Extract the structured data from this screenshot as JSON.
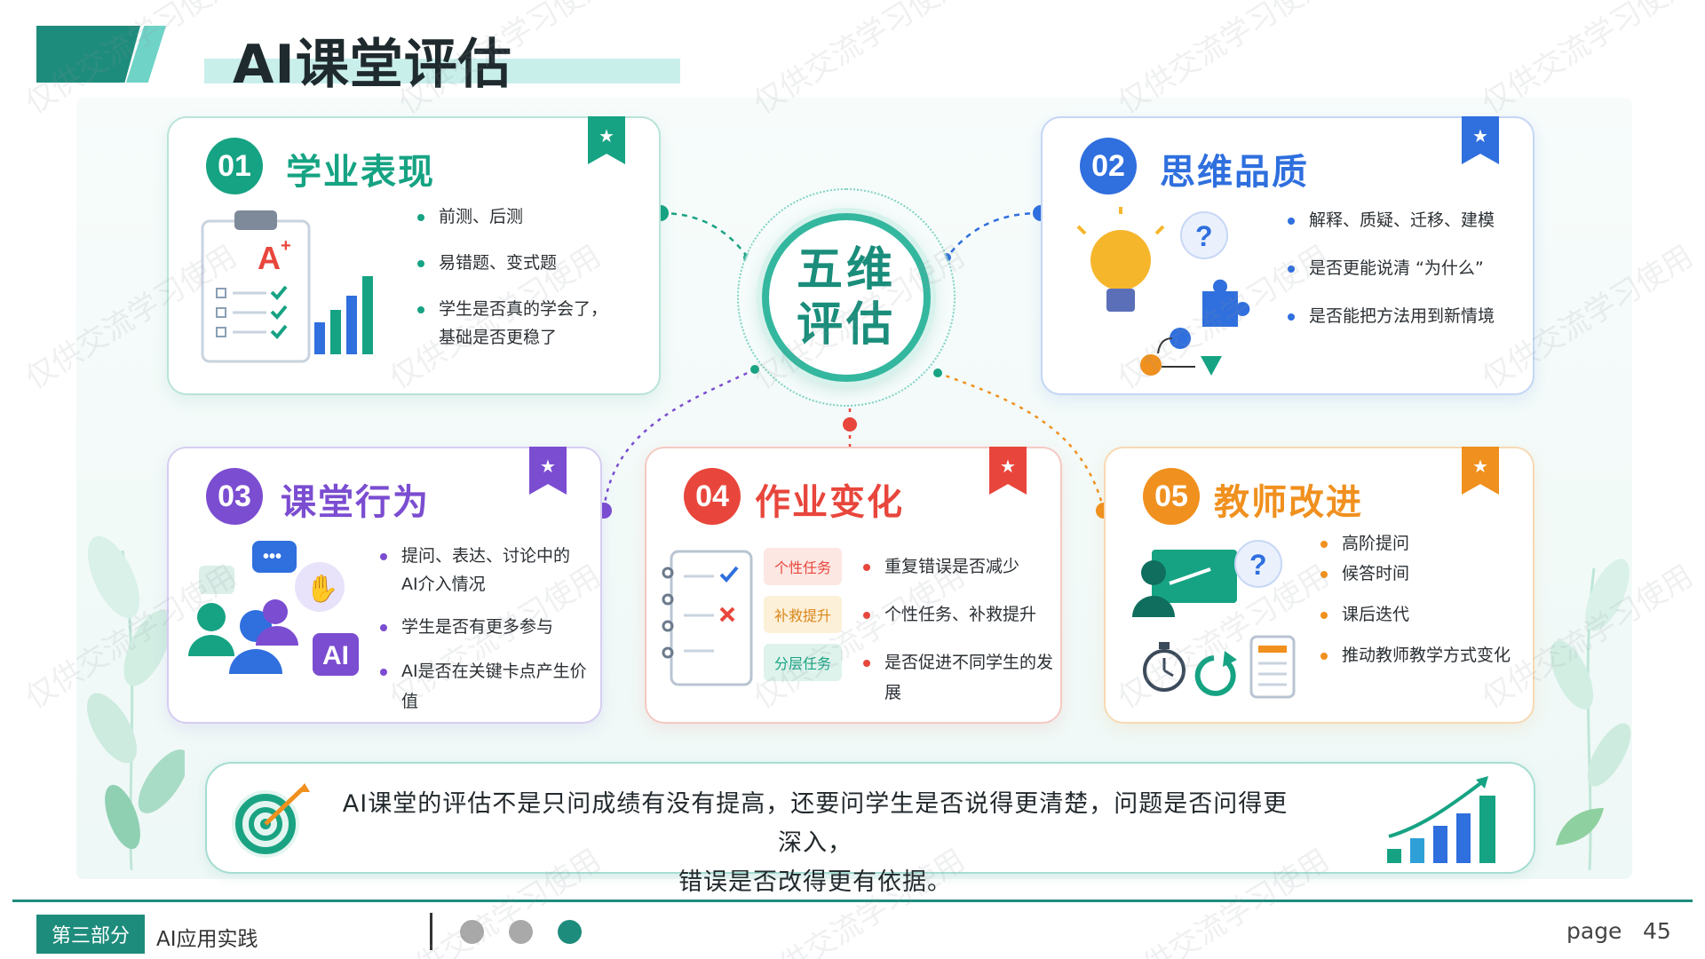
{
  "header": {
    "title": "AI课堂评估"
  },
  "center": {
    "line1": "五维",
    "line2": "评估"
  },
  "cards": [
    {
      "num": "01",
      "title": "学业表现",
      "color": "#16a383",
      "items": [
        "前测、后测",
        "易错题、变式题",
        "学生是否真的学会了，",
        "基础是否更稳了"
      ]
    },
    {
      "num": "02",
      "title": "思维品质",
      "color": "#2f6fde",
      "items": [
        "解释、质疑、迁移、建模",
        "是否更能说清 “为什么”",
        "是否能把方法用到新情境"
      ]
    },
    {
      "num": "03",
      "title": "课堂行为",
      "color": "#7b4dd1",
      "items": [
        "提问、表达、讨论中的",
        "AI介入情况",
        "学生是否有更多参与",
        "AI是否在关键卡点产生价值"
      ],
      "ai_badge": "AI"
    },
    {
      "num": "04",
      "title": "作业变化",
      "color": "#e8463c",
      "items": [
        "重复错误是否减少",
        "个性任务、补救提升",
        "是否促进不同学生的发展"
      ],
      "tags": [
        "个性任务",
        "补救提升",
        "分层任务"
      ]
    },
    {
      "num": "05",
      "title": "教师改进",
      "color": "#f0901e",
      "items": [
        "高阶提问",
        "候答时间",
        "课后迭代",
        "推动教师教学方式变化"
      ]
    }
  ],
  "summary": {
    "line1": "AI课堂的评估不是只问成绩有没有提高，还要问学生是否说得更清楚，问题是否问得更深入，",
    "line2": "错误是否改得更有依据。"
  },
  "footer": {
    "section_label": "第三部分",
    "section_name": "AI应用实践",
    "page_label": "page",
    "page_number": "45"
  },
  "watermark": "仅供交流学习使用",
  "colors": {
    "brand": "#1e8c7c",
    "accent": "#34b79f"
  }
}
